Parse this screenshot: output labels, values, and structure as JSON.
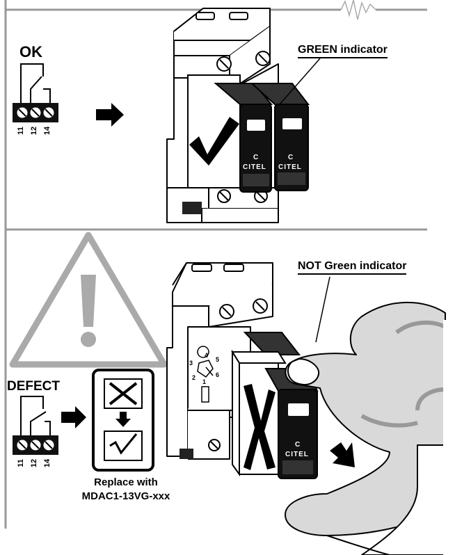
{
  "top_panel": {
    "state_label": "OK",
    "indicator_label": "GREEN indicator",
    "terminal_numbers": [
      "11",
      "12",
      "14"
    ],
    "brand": "CITEL",
    "brand_mark": "C"
  },
  "bottom_panel": {
    "state_label": "DEFECT",
    "indicator_label": "NOT Green indicator",
    "terminal_numbers": [
      "11",
      "12",
      "14"
    ],
    "dial_numbers": [
      "1",
      "2",
      "3",
      "4",
      "5",
      "6"
    ],
    "brand": "CITEL",
    "brand_mark": "C",
    "replace_text": "Replace with",
    "replace_part": "MDAC1-13VG-xxx"
  }
}
